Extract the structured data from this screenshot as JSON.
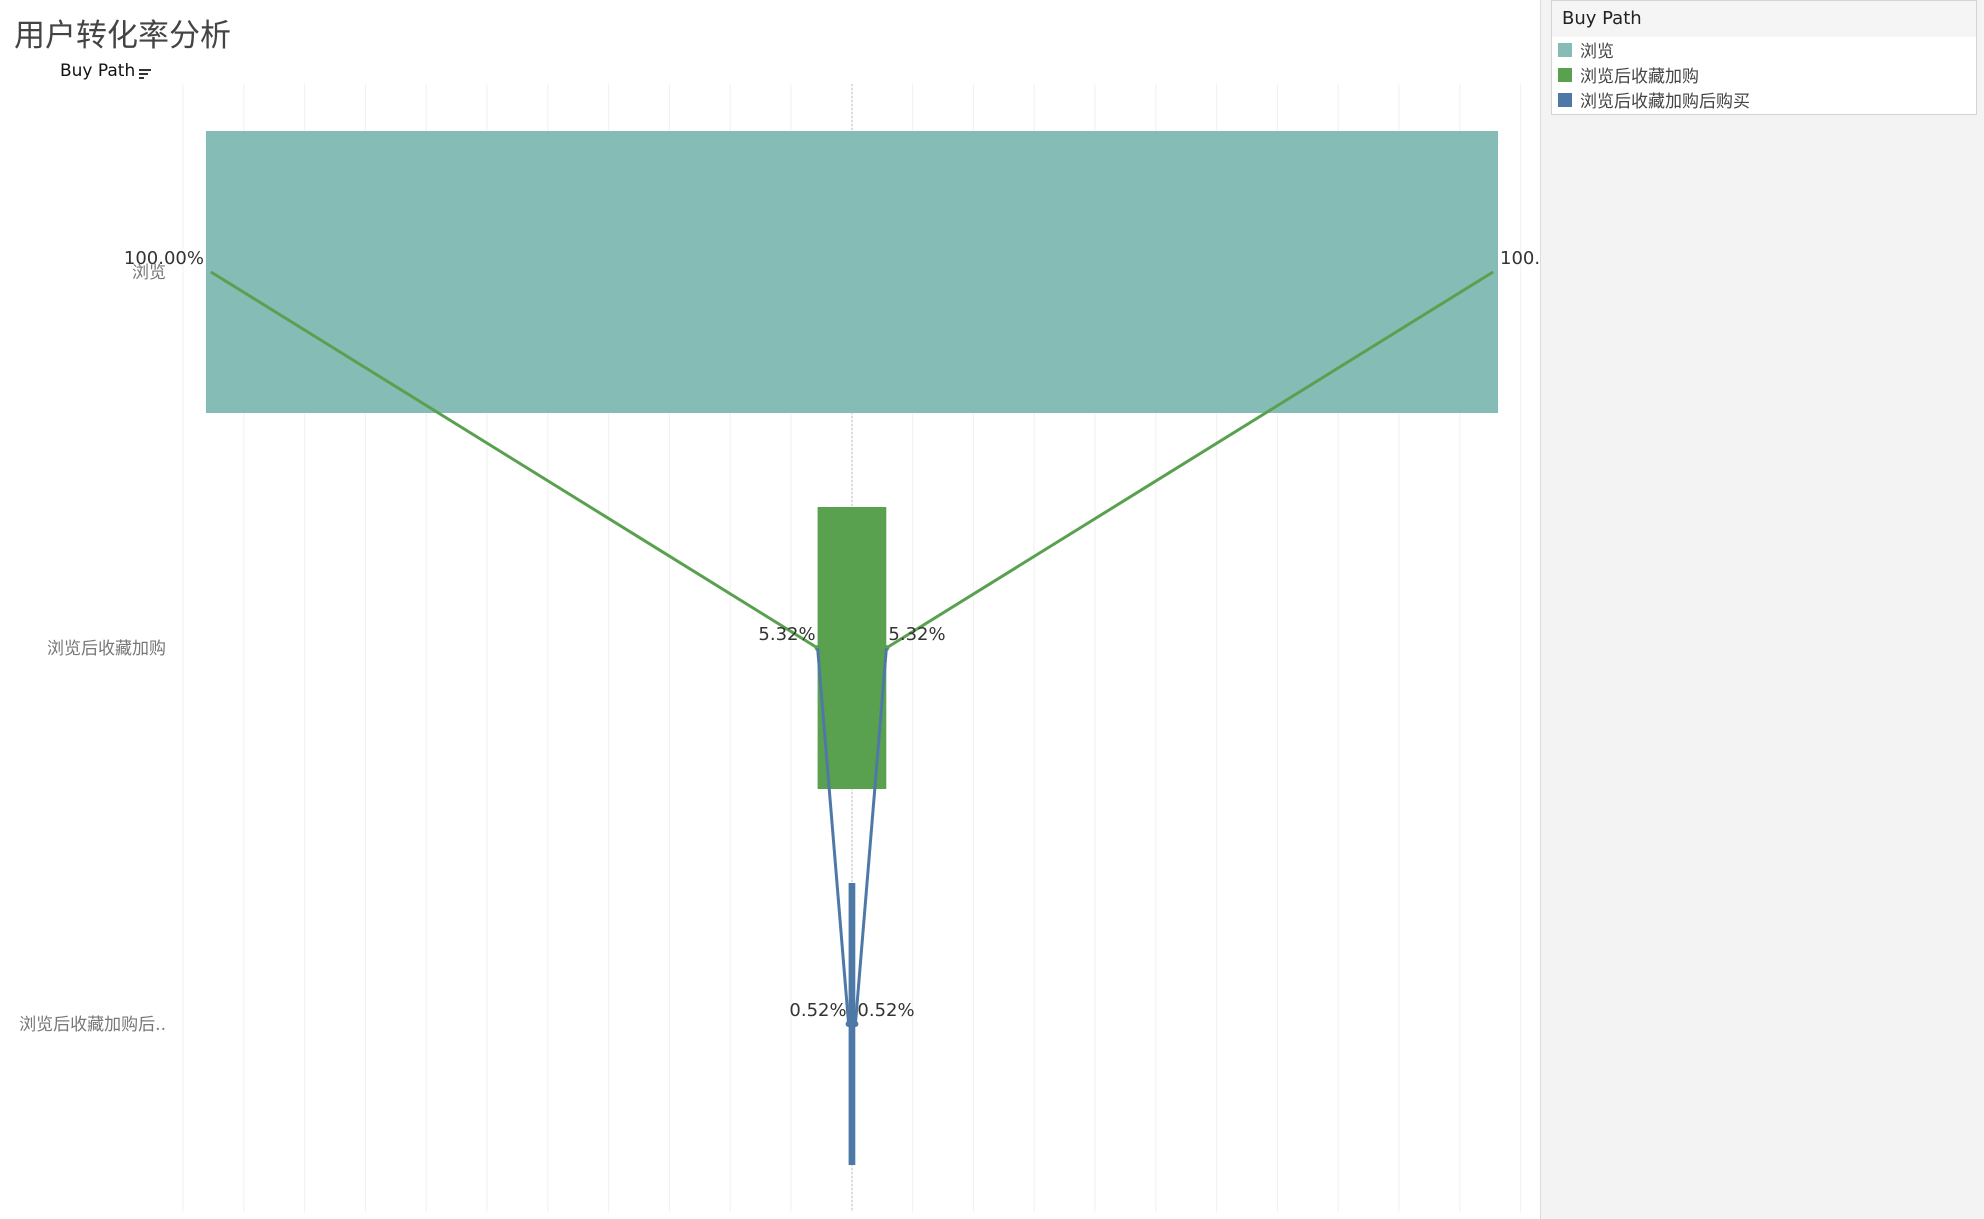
{
  "title": "用户转化率分析",
  "field_header": {
    "label": "Buy Path",
    "icon": "sort-icon"
  },
  "legend": {
    "title": "Buy Path",
    "items": [
      {
        "label": "浏览",
        "color": "#86bcb6"
      },
      {
        "label": "浏览后收藏加购",
        "color": "#59a14f"
      },
      {
        "label": "浏览后收藏加购后购买",
        "color": "#4e79a7"
      }
    ]
  },
  "chart_data": {
    "type": "bar",
    "orientation": "horizontal-funnel",
    "categories": [
      "浏览",
      "浏览后收藏加购",
      "浏览后收藏加购后购买"
    ],
    "category_tick_labels": [
      "浏览",
      "浏览后收藏加购",
      "浏览后收藏加购后.."
    ],
    "values": [
      100.0,
      5.32,
      0.52
    ],
    "data_labels": [
      "100.00%",
      "5.32%",
      "0.52%"
    ],
    "unit": "%",
    "colors": [
      "#86bcb6",
      "#59a14f",
      "#4e79a7"
    ],
    "center_reference_line": true,
    "grid": true,
    "legend_position": "right"
  }
}
